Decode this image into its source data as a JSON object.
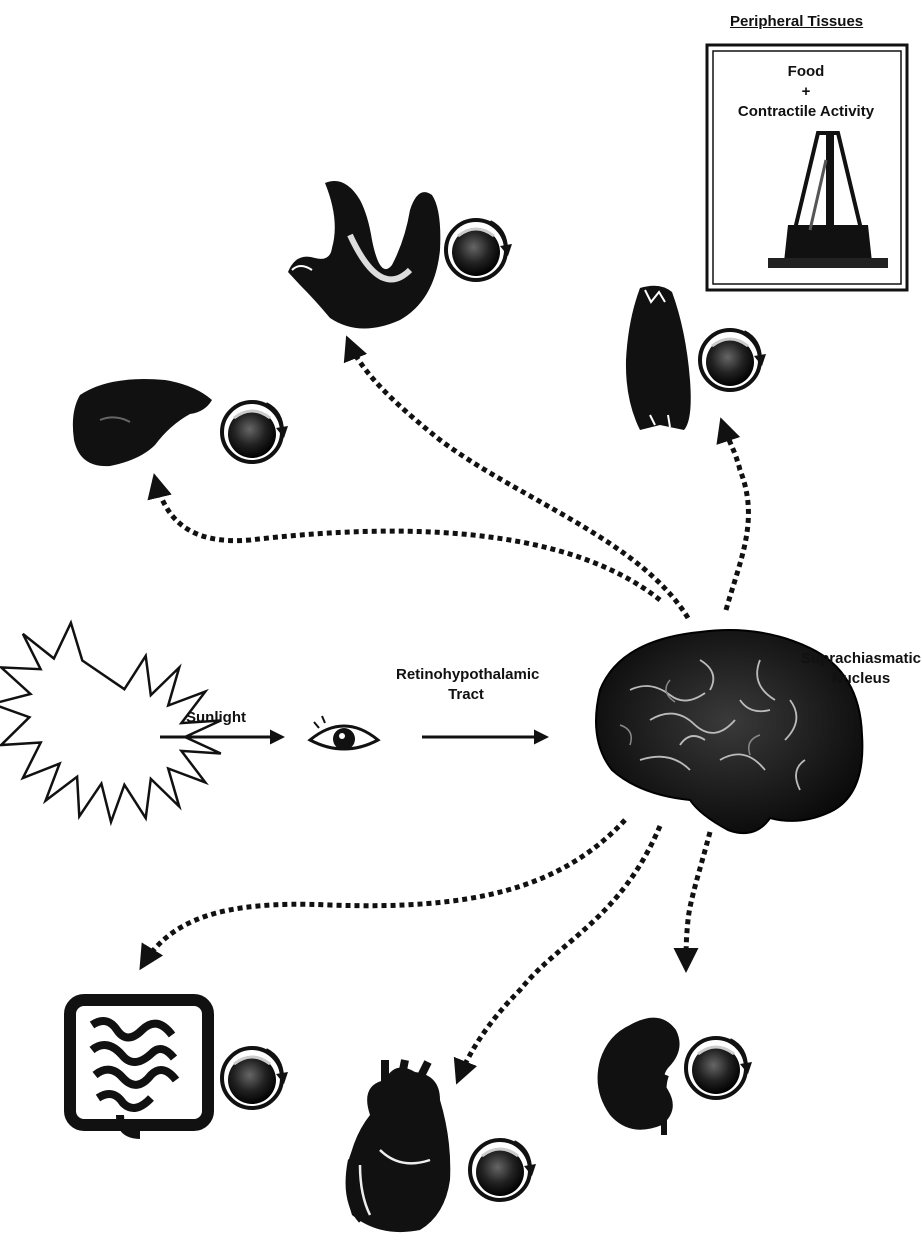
{
  "labels": {
    "peripheral_tissues": "Peripheral Tissues",
    "food": "Food",
    "plus": "+",
    "contractile_activity": "Contractile Activity",
    "sunlight": "Sunlight",
    "retinohypothalamic_1": "Retinohypothalamic",
    "retinohypothalamic_2": "Tract",
    "scn_1": "Suprachiasmatic",
    "scn_2": "Nucleus"
  },
  "organs": [
    "stomach-icon",
    "skeletal-muscle-icon",
    "liver-icon",
    "intestine-icon",
    "heart-icon",
    "kidney-icon"
  ],
  "colors": {
    "ink": "#111111",
    "background": "#ffffff"
  }
}
